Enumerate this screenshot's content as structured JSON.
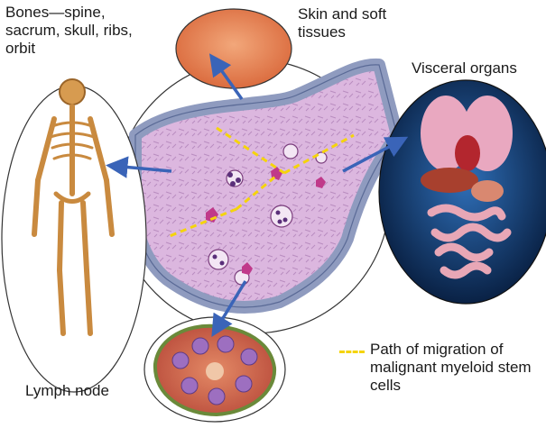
{
  "labels": {
    "bones": "Bones—spine,\nsacrum, skull, ribs,\norbit",
    "skin": "Skin and soft\ntissues",
    "visceral": "Visceral organs",
    "lymph": "Lymph node"
  },
  "legend": {
    "text": "Path of migration of\nmalignant myeloid stem\ncells",
    "color": "#f5d40b"
  },
  "colors": {
    "arrow": "#3a64b8",
    "marrow": "#d9b4dc",
    "bone_rim": "#8f9bbf",
    "skin": "#e8845a",
    "organ_bg": "#0b2a55",
    "skeleton": "#c98a3f"
  },
  "icons": [
    "skeleton-figure",
    "skin-patch",
    "bone-marrow-section",
    "visceral-organs",
    "lymph-node"
  ]
}
